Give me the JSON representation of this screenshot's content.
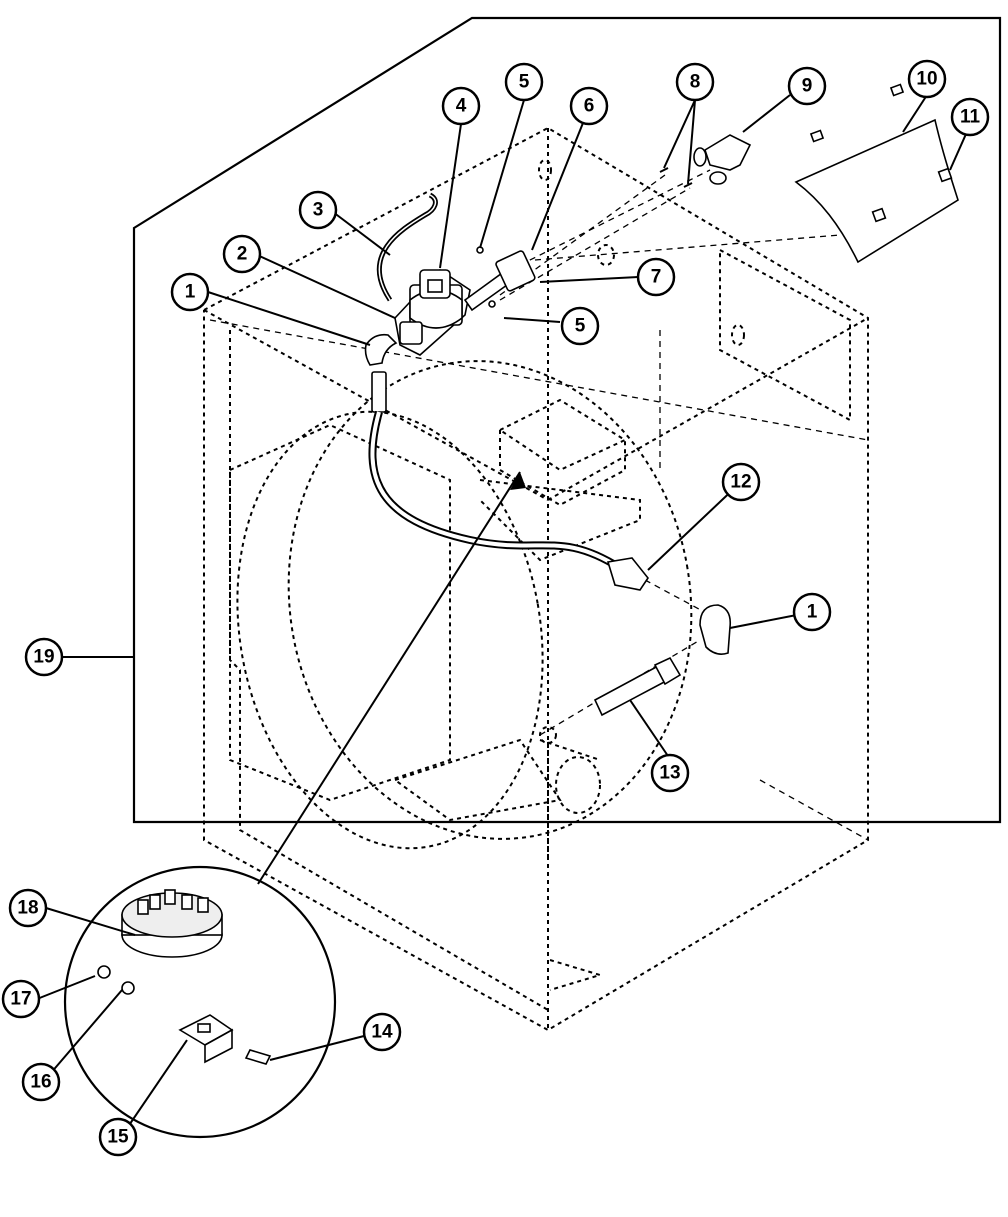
{
  "callouts": [
    {
      "id": "c1a",
      "label": "1"
    },
    {
      "id": "c1b",
      "label": "1"
    },
    {
      "id": "c2",
      "label": "2"
    },
    {
      "id": "c3",
      "label": "3"
    },
    {
      "id": "c4",
      "label": "4"
    },
    {
      "id": "c5a",
      "label": "5"
    },
    {
      "id": "c5b",
      "label": "5"
    },
    {
      "id": "c6",
      "label": "6"
    },
    {
      "id": "c7",
      "label": "7"
    },
    {
      "id": "c8",
      "label": "8"
    },
    {
      "id": "c9",
      "label": "9"
    },
    {
      "id": "c10",
      "label": "10"
    },
    {
      "id": "c11",
      "label": "11"
    },
    {
      "id": "c12",
      "label": "12"
    },
    {
      "id": "c13",
      "label": "13"
    },
    {
      "id": "c14",
      "label": "14"
    },
    {
      "id": "c15",
      "label": "15"
    },
    {
      "id": "c16",
      "label": "16"
    },
    {
      "id": "c17",
      "label": "17"
    },
    {
      "id": "c18",
      "label": "18"
    },
    {
      "id": "c19",
      "label": "19"
    }
  ]
}
